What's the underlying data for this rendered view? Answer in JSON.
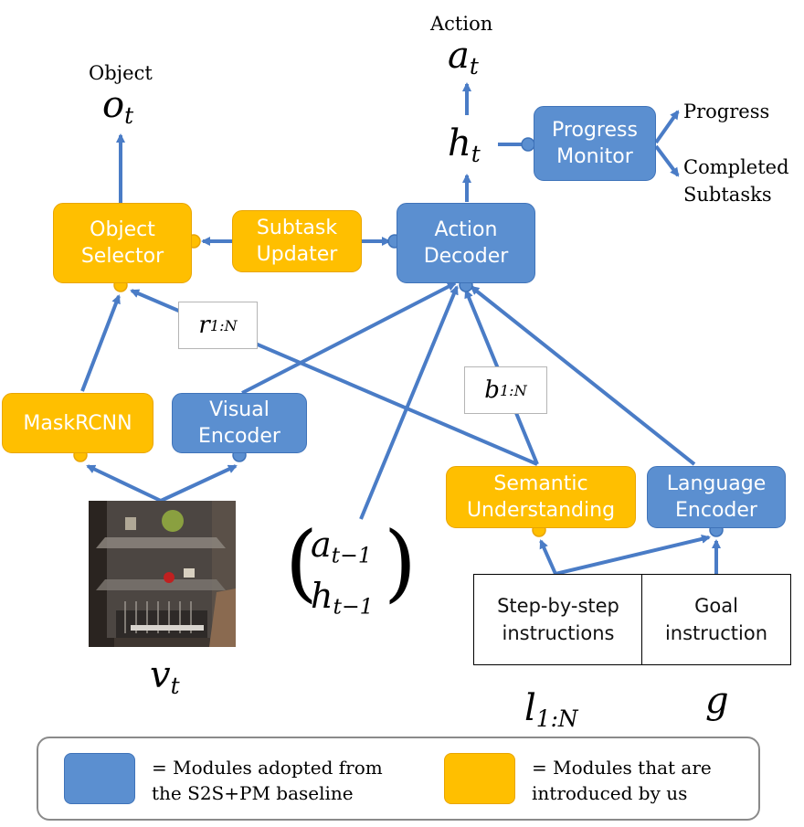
{
  "outputs": {
    "action_label": "Action",
    "action_symbol": "a",
    "action_sub": "t",
    "object_label": "Object",
    "object_symbol": "o",
    "object_sub": "t",
    "progress_label": "Progress",
    "completed_label_1": "Completed",
    "completed_label_2": "Subtasks"
  },
  "modules": {
    "object_selector": [
      "Object",
      "Selector"
    ],
    "subtask_updater": [
      "Subtask",
      "Updater"
    ],
    "action_decoder": [
      "Action",
      "Decoder"
    ],
    "progress_monitor": [
      "Progress",
      "Monitor"
    ],
    "maskrcnn": [
      "MaskRCNN"
    ],
    "visual_encoder": [
      "Visual",
      "Encoder"
    ],
    "semantic_understanding": [
      "Semantic",
      "Understanding"
    ],
    "language_encoder": [
      "Language",
      "Encoder"
    ]
  },
  "symbols": {
    "h": "h",
    "h_sub": "t",
    "r": "r",
    "r_sub": "1:N",
    "b": "b",
    "b_sub": "1:N",
    "v": "v",
    "v_sub": "t",
    "prev_a": "a",
    "prev_a_sub": "t−1",
    "prev_h": "h",
    "prev_h_sub": "t−1",
    "l": "l",
    "l_sub": "1:N",
    "g": "g"
  },
  "instructions": {
    "step_by_step": [
      "Step-by-step",
      "instructions"
    ],
    "goal": [
      "Goal",
      "instruction"
    ]
  },
  "legend": {
    "blue_line1": "= Modules adopted from",
    "blue_line2": "the S2S+PM baseline",
    "orange_line1": "= Modules that are",
    "orange_line2": "introduced by us"
  },
  "colors": {
    "blue_module": "#5b8fd0",
    "orange_module": "#ffbf00",
    "arrow": "#4a7cc6"
  }
}
